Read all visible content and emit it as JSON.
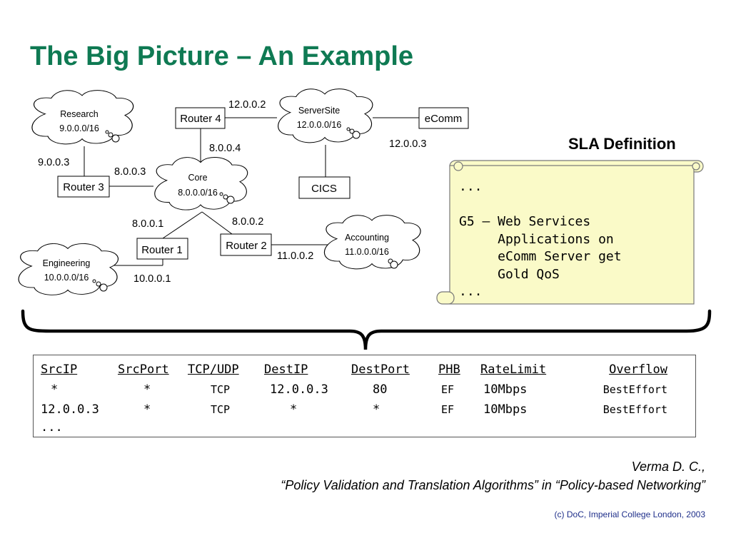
{
  "title": "The Big Picture – An Example",
  "diagram": {
    "clouds": [
      {
        "name": "Research",
        "subnet": "9.0.0.0/16"
      },
      {
        "name": "ServerSite",
        "subnet": "12.0.0.0/16"
      },
      {
        "name": "Core",
        "subnet": "8.0.0.0/16"
      },
      {
        "name": "Accounting",
        "subnet": "11.0.0.0/16"
      },
      {
        "name": "Engineering",
        "subnet": "10.0.0.0/16"
      }
    ],
    "boxes": [
      "Router 4",
      "eComm",
      "Router 3",
      "CICS",
      "Router 1",
      "Router 2"
    ],
    "addresses": [
      "12.0.0.2",
      "8.0.0.4",
      "12.0.0.3",
      "9.0.0.3",
      "8.0.0.3",
      "8.0.0.1",
      "8.0.0.2",
      "11.0.0.2",
      "10.0.0.1"
    ]
  },
  "sla": {
    "heading": "SLA Definition",
    "text": "...\n\nG5 – Web Services\n     Applications on\n     eComm Server get\n     Gold QoS\n..."
  },
  "rules": {
    "headers": [
      "SrcIP",
      "SrcPort",
      "TCP/UDP",
      "DestIP",
      "DestPort",
      "PHB",
      "RateLimit",
      "Overflow"
    ],
    "rows": [
      [
        "*",
        "*",
        "TCP",
        "12.0.0.3",
        "80",
        "EF",
        "10Mbps",
        "BestEffort"
      ],
      [
        "12.0.0.3",
        "*",
        "TCP",
        "*",
        "*",
        "EF",
        "10Mbps",
        "BestEffort"
      ]
    ],
    "more": "..."
  },
  "citation": {
    "author": "Verma D. C.,",
    "work": "“Policy Validation and Translation Algorithms” in “Policy-based Networking”"
  },
  "copyright": "(c) DoC, Imperial College London, 2003",
  "colors": {
    "title": "#0f7a53",
    "scroll": "#fafac8",
    "copyright": "#1f2f8a"
  }
}
